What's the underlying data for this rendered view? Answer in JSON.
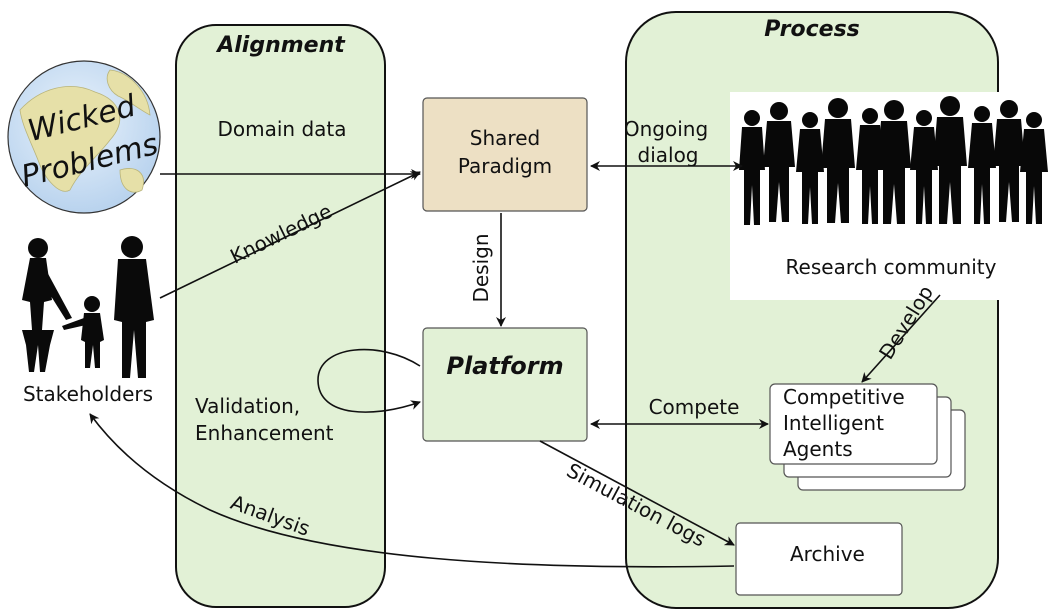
{
  "lanes": {
    "alignment": "Alignment",
    "process": "Process"
  },
  "globe": {
    "line1": "Wicked",
    "line2": "Problems"
  },
  "stakeholders": "Stakeholders",
  "boxes": {
    "shared_line1": "Shared",
    "shared_line2": "Paradigm",
    "platform": "Platform",
    "agents_line1": "Competitive",
    "agents_line2": "Intelligent",
    "agents_line3": "Agents",
    "archive": "Archive"
  },
  "research_community": "Research community",
  "edges": {
    "domain_data": "Domain data",
    "knowledge": "Knowledge",
    "ongoing_line1": "Ongoing",
    "ongoing_line2": "dialog",
    "design": "Design",
    "validation_line1": "Validation,",
    "validation_line2": "Enhancement",
    "develop": "Develop",
    "compete": "Compete",
    "simulation_logs": "Simulation logs",
    "analysis": "Analysis"
  },
  "colors": {
    "lane_fill": "#e2f1d6",
    "shared_fill": "#ede0c4",
    "platform_fill": "#e2f1d6",
    "globe_ocean": "#cfe2f7",
    "globe_land": "#e6e0a8"
  }
}
